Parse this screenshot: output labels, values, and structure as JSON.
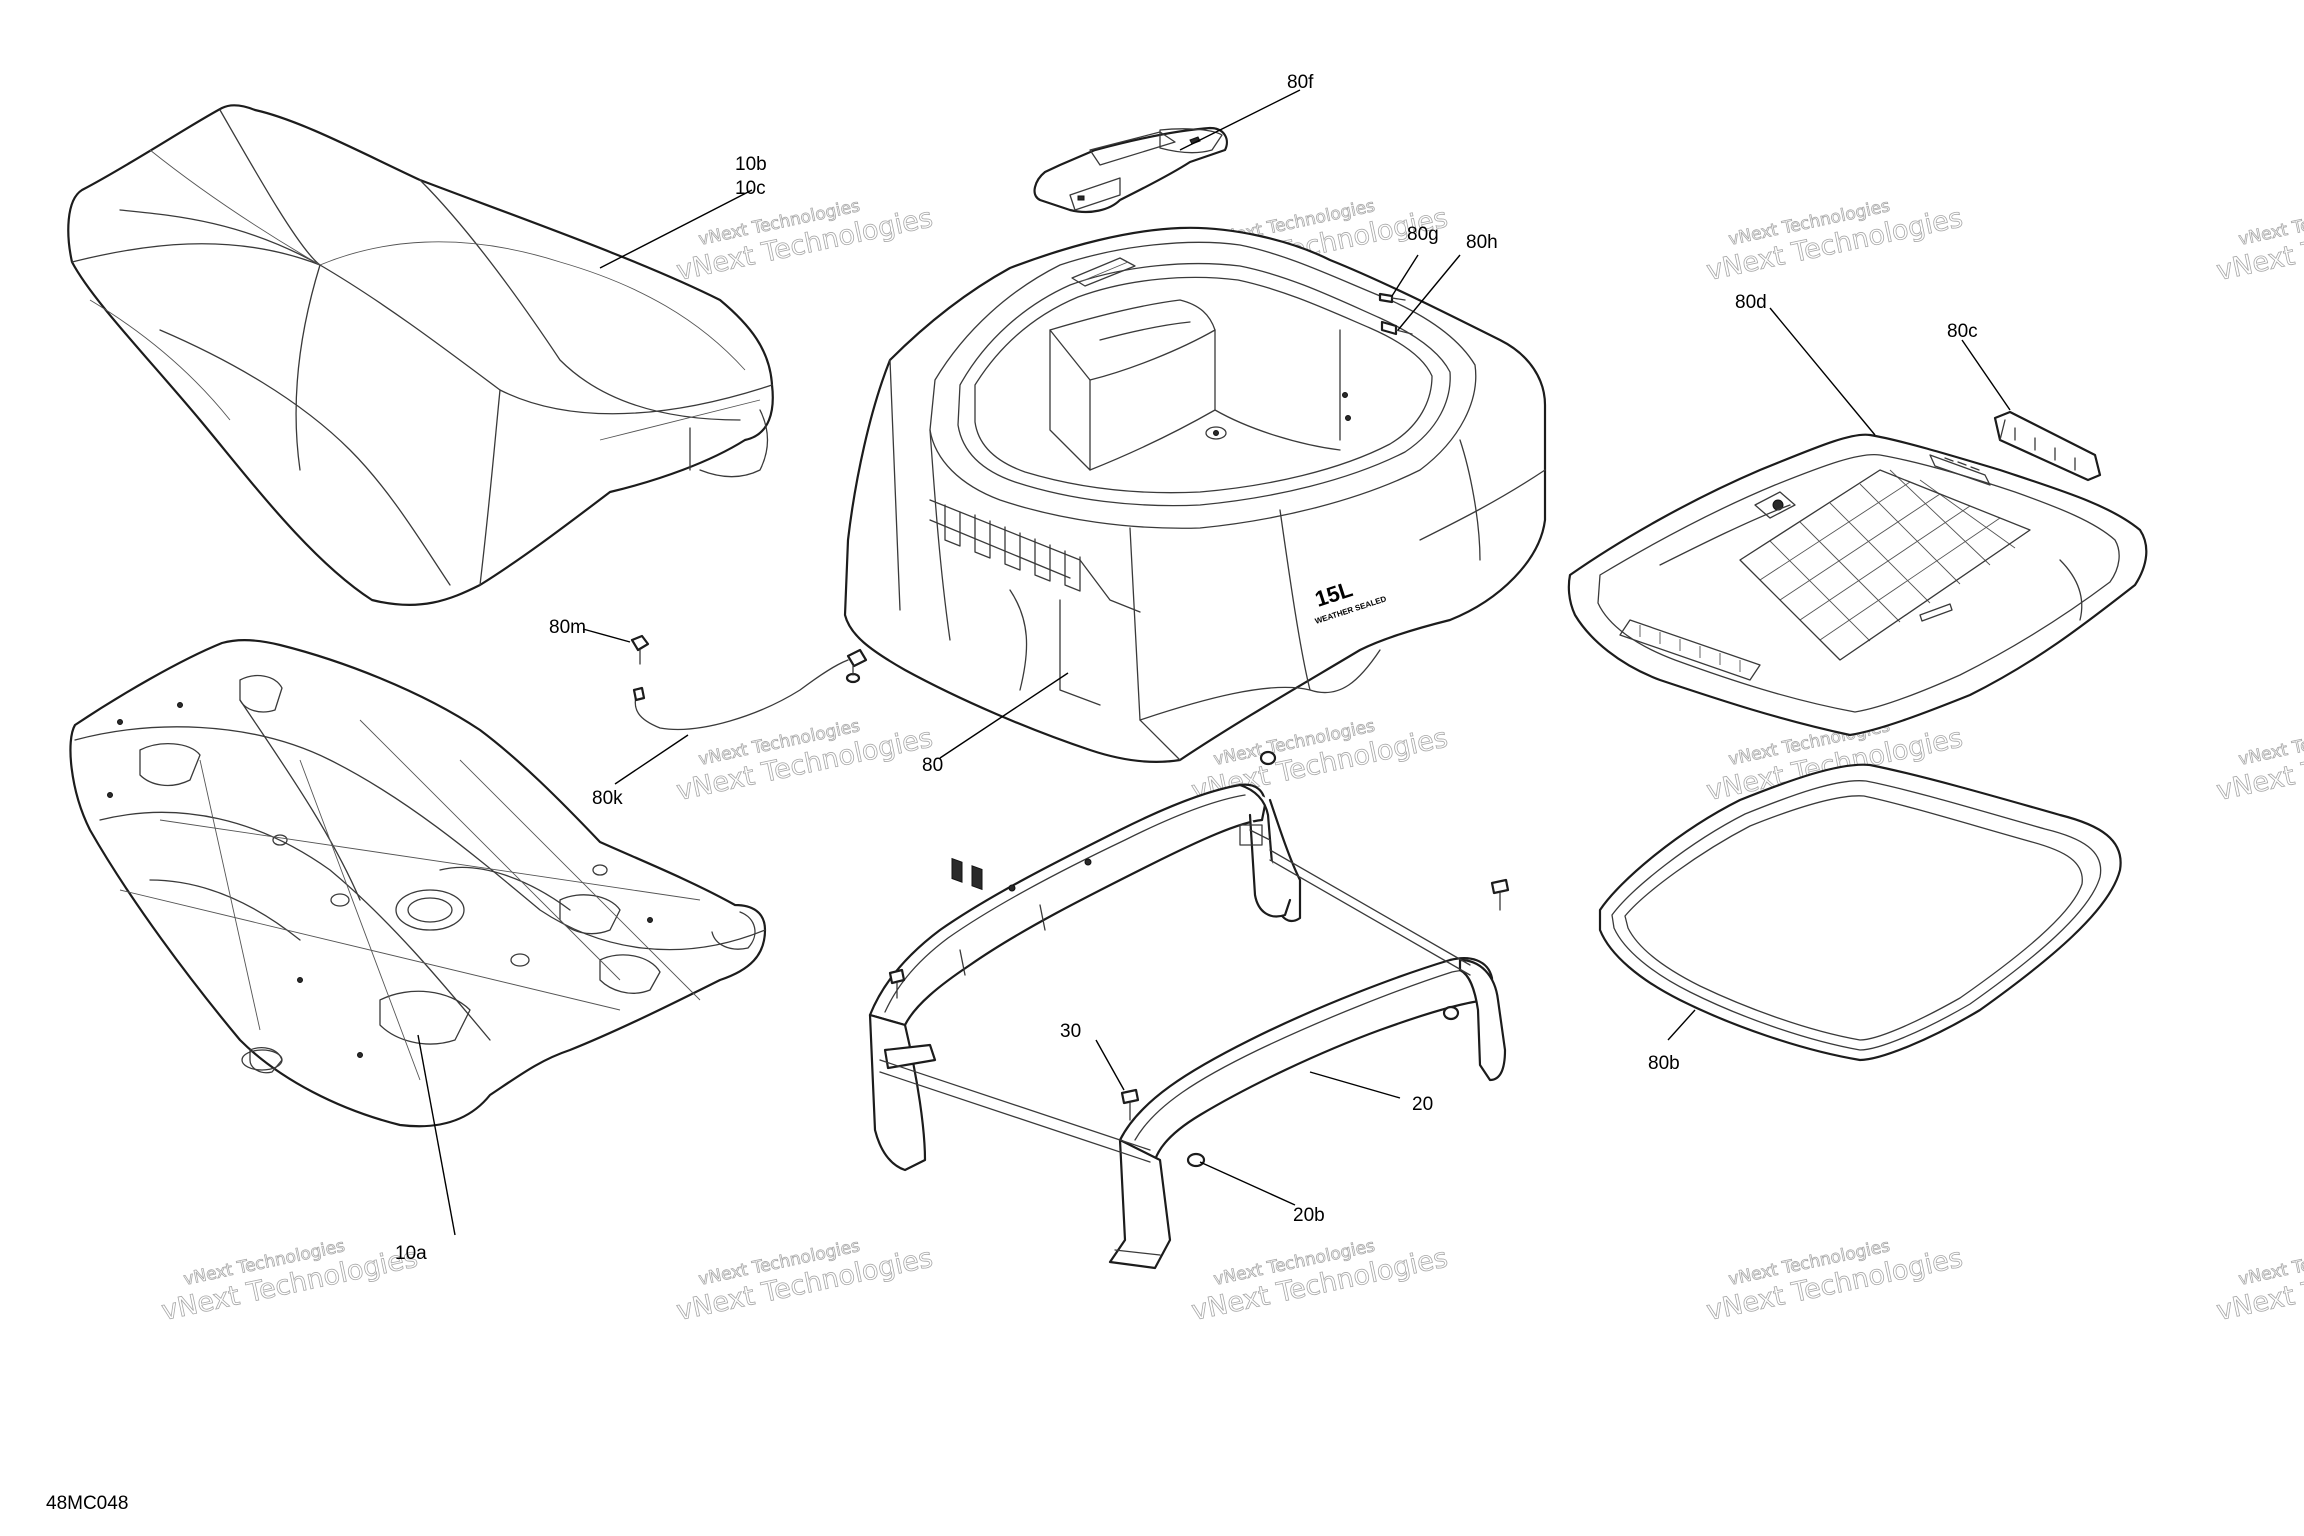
{
  "diagram": {
    "reference_code": "48MC048",
    "watermark": {
      "line1": "vNext Technologies",
      "line2": "vNext Technologies"
    },
    "callouts": [
      {
        "id": "10b",
        "label": "10b"
      },
      {
        "id": "10c",
        "label": "10c"
      },
      {
        "id": "10a",
        "label": "10a"
      },
      {
        "id": "80m",
        "label": "80m"
      },
      {
        "id": "80k",
        "label": "80k"
      },
      {
        "id": "80f",
        "label": "80f"
      },
      {
        "id": "80g",
        "label": "80g"
      },
      {
        "id": "80h",
        "label": "80h"
      },
      {
        "id": "80",
        "label": "80"
      },
      {
        "id": "80d",
        "label": "80d"
      },
      {
        "id": "80c",
        "label": "80c"
      },
      {
        "id": "80b",
        "label": "80b"
      },
      {
        "id": "30",
        "label": "30"
      },
      {
        "id": "20",
        "label": "20"
      },
      {
        "id": "20b",
        "label": "20b"
      }
    ],
    "embossed_text": {
      "capacity": "15L",
      "tagline": "WEATHER SEALED"
    }
  }
}
